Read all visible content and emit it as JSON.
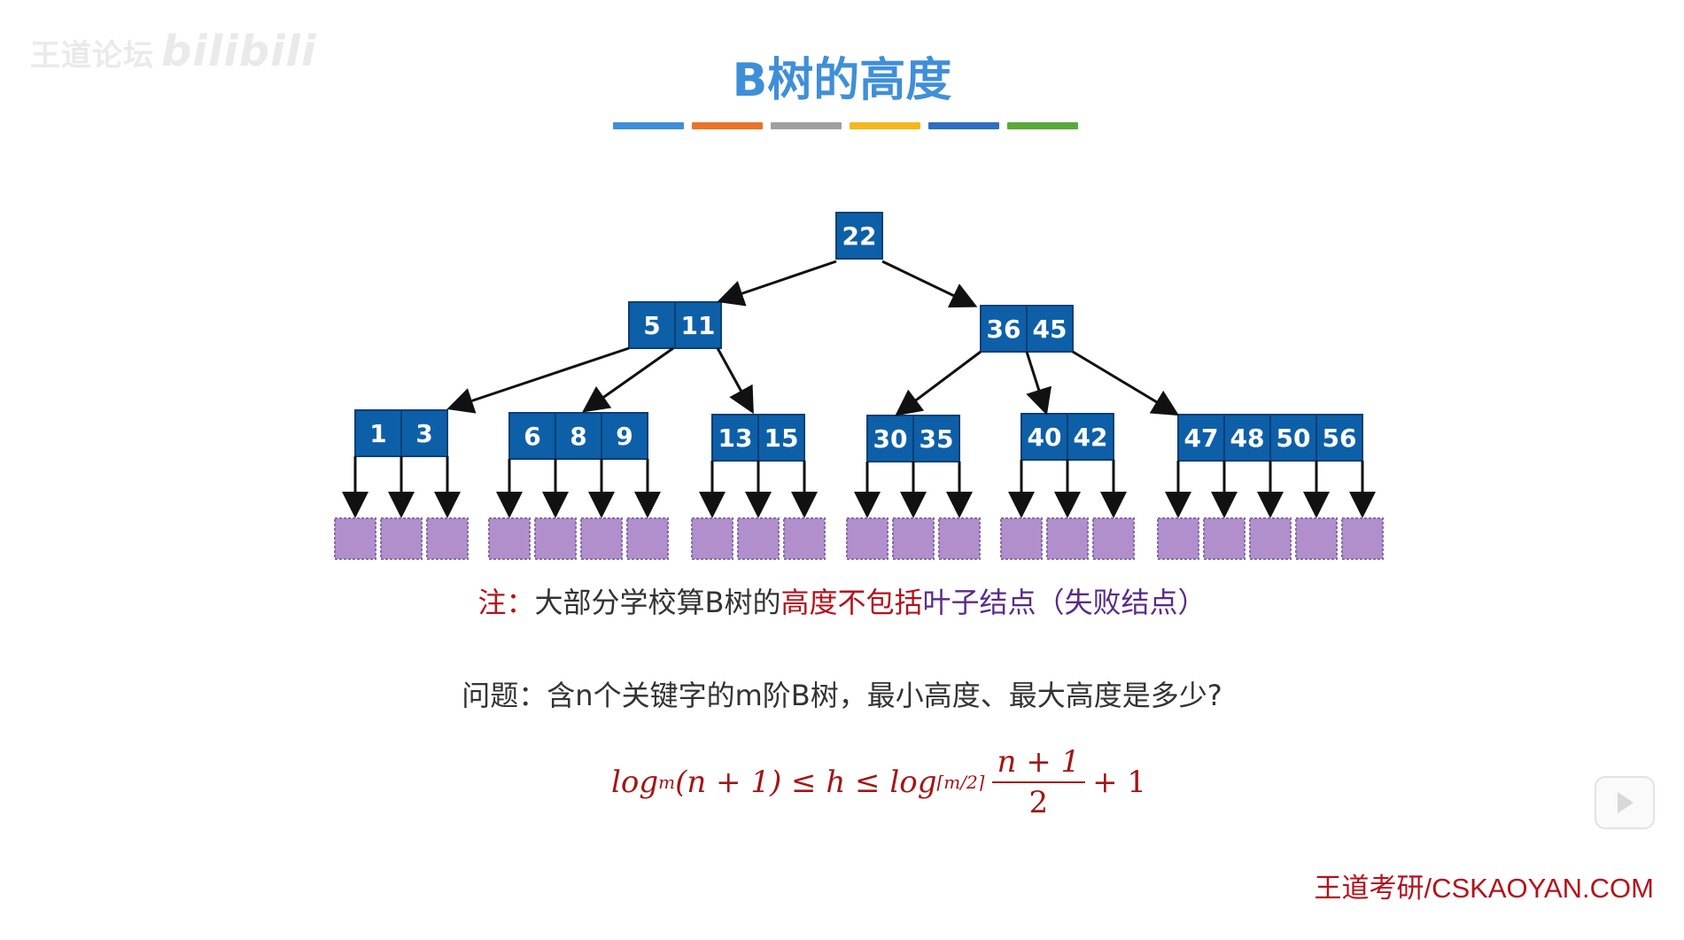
{
  "watermark": {
    "text": "王道论坛",
    "logo": "bilibili"
  },
  "title": "B树的高度",
  "color_bar": [
    "#3f8fd8",
    "#e8742a",
    "#a0a0a0",
    "#f4b81c",
    "#2f6fc0",
    "#5aa83a"
  ],
  "tree": {
    "root": [
      "22"
    ],
    "level2": [
      [
        "5",
        "11"
      ],
      [
        "36",
        "45"
      ]
    ],
    "level3": [
      [
        "1",
        "3"
      ],
      [
        "6",
        "8",
        "9"
      ],
      [
        "13",
        "15"
      ],
      [
        "30",
        "35"
      ],
      [
        "40",
        "42"
      ],
      [
        "47",
        "48",
        "50",
        "56"
      ]
    ],
    "node_color": "#0d5fa8",
    "leaf_color": "#b18fcc"
  },
  "note": {
    "prefix": "注：",
    "middle": "大部分学校算B树的",
    "red_part": "高度不包括",
    "purple_part": "叶子结点（失败结点）"
  },
  "question": "问题：含n个关键字的m阶B树，最小高度、最大高度是多少?",
  "formula": {
    "left": "log",
    "left_sub": "m",
    "left_arg": "(n + 1) ≤ h ≤ log",
    "right_sub": "⌈m/2⌉",
    "numerator": "n + 1",
    "denominator": "2",
    "suffix": "+ 1"
  },
  "brand": "王道考研/CSKAOYAN.COM"
}
